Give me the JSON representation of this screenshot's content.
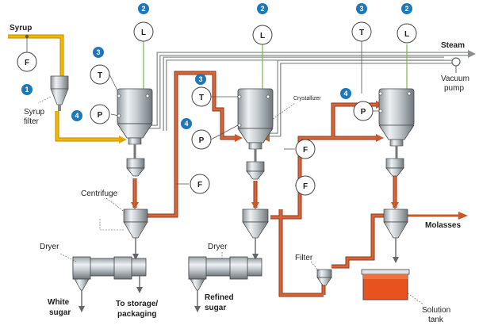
{
  "labels": {
    "syrup": "Syrup",
    "syrup_filter_1": "Syrup",
    "syrup_filter_2": "filter",
    "steam": "Steam",
    "vacuum_pump_1": "Vacuum",
    "vacuum_pump_2": "pump",
    "crystallizer": "Crystallizer",
    "centrifuge": "Centrifuge",
    "molasses": "Molasses",
    "filter": "Filter",
    "dryer_1": "Dryer",
    "dryer_2": "Dryer",
    "white_sugar_1": "White",
    "white_sugar_2": "sugar",
    "to_storage_1": "To storage/",
    "to_storage_2": "packaging",
    "refined_sugar_1": "Refined",
    "refined_sugar_2": "sugar",
    "solution_tank_1": "Solution",
    "solution_tank_2": "tank"
  },
  "instruments": {
    "flow": "F",
    "level": "L",
    "temperature": "T",
    "pressure": "P"
  },
  "badges": {
    "one": "1",
    "two": "2",
    "three": "3",
    "four": "4"
  },
  "colors": {
    "syrup_line": "#f5b800",
    "product_line": "#c8592b",
    "steam_line": "#8a8f8c",
    "level_line": "#7ab648",
    "badge": "#1c78b8",
    "solution": "#e8521f"
  }
}
